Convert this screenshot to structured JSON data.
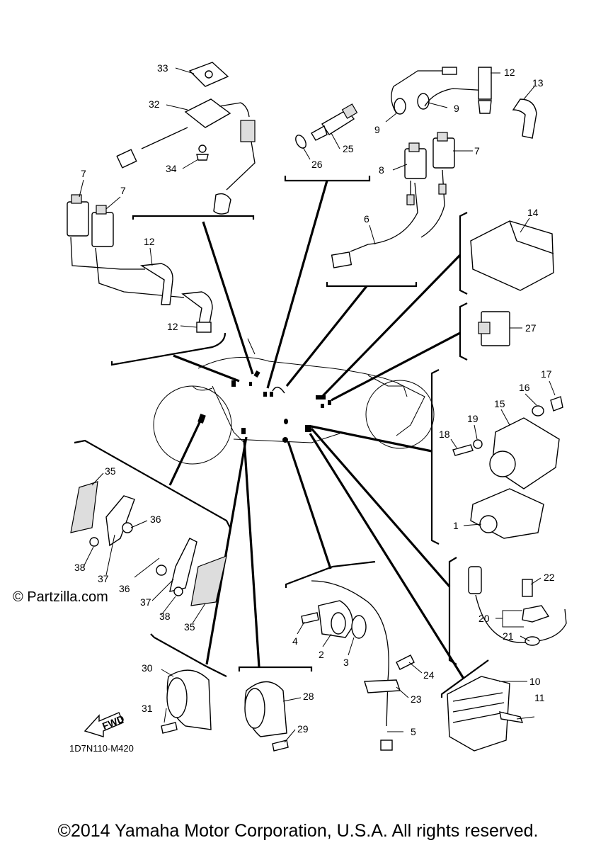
{
  "watermark": "© Partzilla.com",
  "diagram_code": "1D7N110-M420",
  "copyright": "©2014 Yamaha Motor Corporation, U.S.A. All rights reserved.",
  "fwd_arrow_text": "FWD",
  "callouts": {
    "c1": "1",
    "c2": "2",
    "c3": "3",
    "c4": "4",
    "c5": "5",
    "c6": "6",
    "c7a": "7",
    "c7b": "7",
    "c7c": "7",
    "c8": "8",
    "c9a": "9",
    "c9b": "9",
    "c10": "10",
    "c11": "11",
    "c12a": "12",
    "c12b": "12",
    "c12c": "12",
    "c13": "13",
    "c14": "14",
    "c15": "15",
    "c16": "16",
    "c17": "17",
    "c18": "18",
    "c19": "19",
    "c20": "20",
    "c21": "21",
    "c22": "22",
    "c23": "23",
    "c24": "24",
    "c25": "25",
    "c26": "26",
    "c27": "27",
    "c28": "28",
    "c29": "29",
    "c30": "30",
    "c31": "31",
    "c32": "32",
    "c33": "33",
    "c34": "34",
    "c35a": "35",
    "c35b": "35",
    "c36a": "36",
    "c36b": "36",
    "c37a": "37",
    "c37b": "37",
    "c38a": "38",
    "c38b": "38"
  }
}
